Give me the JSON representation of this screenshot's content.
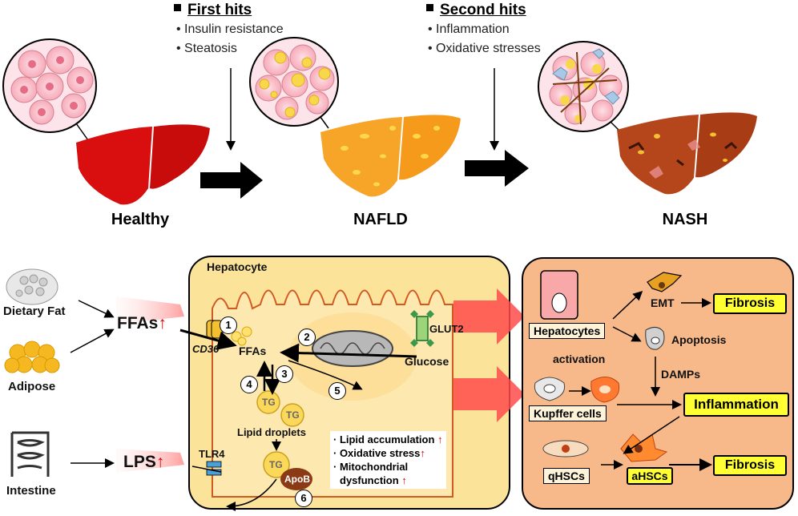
{
  "first_hits": {
    "title": "First hits",
    "bullets": [
      "• Insulin resistance",
      "• Steatosis"
    ]
  },
  "second_hits": {
    "title": "Second hits",
    "bullets": [
      "• Inflammation",
      "• Oxidative stresses"
    ]
  },
  "stages": {
    "healthy": "Healthy",
    "nafld": "NAFLD",
    "nash": "NASH"
  },
  "sources": {
    "dietary_fat": "Dietary Fat",
    "adipose": "Adipose",
    "intestine": "Intestine",
    "ffas": "FFAs",
    "lps": "LPS"
  },
  "hepatocyte": {
    "title": "Hepatocyte",
    "cd36": "CD36",
    "glut2": "GLUT2",
    "tlr4": "TLR4",
    "ffas": "FFAs",
    "glucose": "Glucose",
    "tg": "TG",
    "apob": "ApoB",
    "lipid_droplets": "Lipid droplets",
    "steps": [
      "1",
      "2",
      "3",
      "4",
      "5",
      "6"
    ],
    "effects": [
      "· Lipid accumulation",
      "· Oxidative stress",
      "· Mitochondrial",
      "dysfunction"
    ]
  },
  "outcomes": {
    "hepatocytes": "Hepatocytes",
    "emt": "EMT",
    "fibrosis_top": "Fibrosis",
    "apoptosis": "Apoptosis",
    "activation": "activation",
    "damps": "DAMPs",
    "kupffer": "Kupffer cells",
    "inflammation": "Inflammation",
    "qhscs": "qHSCs",
    "ahscs": "aHSCs",
    "fibrosis_bottom": "Fibrosis"
  },
  "colors": {
    "healthy_liver": "#e01010",
    "nafld_liver": "#f5a020",
    "nash_liver": "#b0401a",
    "hepatocyte_bg": "#fbe39a",
    "outcome_bg": "#f7b98a",
    "highlight": "#ffff33",
    "up_arrow": "#e00000"
  }
}
